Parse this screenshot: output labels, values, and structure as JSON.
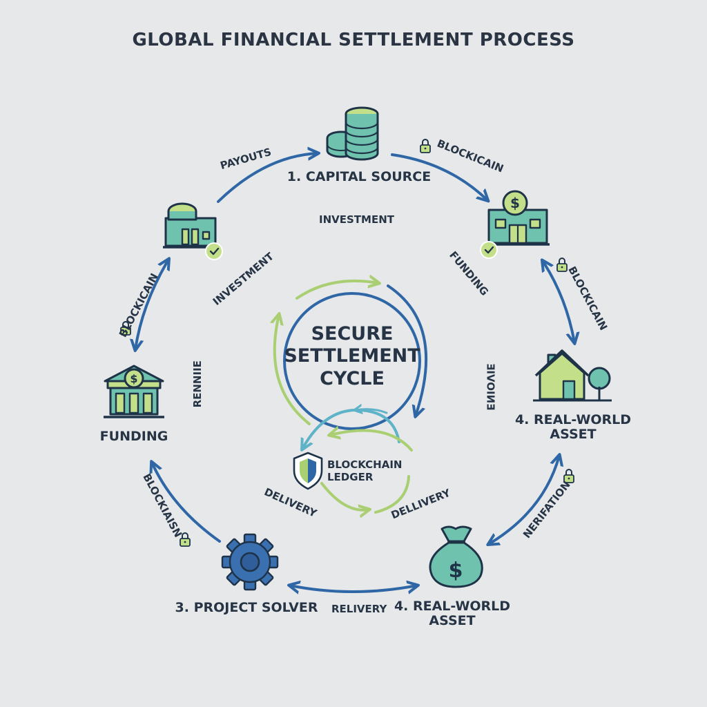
{
  "title": "GLOBAL FINANCIAL SETTLEMENT PROCESS",
  "nodes": {
    "capital_source": "1. CAPITAL SOURCE",
    "funding_left": "FUNDING",
    "project_solver": "3. PROJECT SOLVER",
    "real_world_asset_bottom": "4. REAL-WORLD\nASSET",
    "real_world_asset_right": "4. REAL-WORLD\nASSET"
  },
  "edge_labels": {
    "payouts": "PAYOUTS",
    "blockchain_top_right": "BLOCKICAIN",
    "investment_top": "INVESTMENT",
    "investment_left": "INVESTMENT",
    "funding_right": "FUNDING",
    "blockchain_right": "BLOCKICAIN",
    "blockchain_left": "BLOCKICAIN",
    "rennie": "RENNIIE",
    "mirrored_right": "ƎIVOIИƎ",
    "blockchain_bottom_left": "BLOCKIAISN",
    "verification": "NERIFATION",
    "delivery_left": "DELIVERY",
    "delivery_right": "DELLIVERY",
    "relivery": "RELIVERY"
  },
  "center": {
    "title": "SECURE\nSETTLEMENT\nCYCLE",
    "ledger": "BLOCKCHAIN\nLEDGER"
  },
  "colors": {
    "background": "#e6e8e9",
    "arrow_blue": "#2f67a6",
    "cycle_green": "#a9cf72",
    "cycle_teal": "#5fb3c9",
    "icon_teal": "#6fc2ad",
    "icon_navy": "#1e3348",
    "icon_green": "#c4df8a",
    "gear_blue": "#3a6fb0"
  },
  "icons": [
    "coins-stack-icon",
    "bank-check-icon",
    "bank-dollar-check-icon",
    "bank-dollar-icon",
    "house-tree-icon",
    "money-bag-icon",
    "gear-icon",
    "shield-icon",
    "lock-icon"
  ]
}
